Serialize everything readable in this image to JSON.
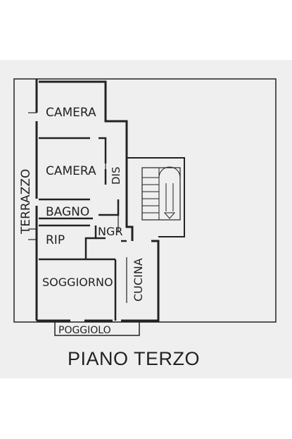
{
  "plan": {
    "caption": "PIANO TERZO",
    "rooms": {
      "camera_top": "CAMERA",
      "camera_mid": "CAMERA",
      "bagno": "BAGNO",
      "rip": "RIP",
      "soggiorno": "SOGGIORNO",
      "dis": "DIS",
      "ngr": "NGR",
      "cucina": "CUCINA",
      "terrazzo": "TERRAZZO",
      "poggiolo": "POGGIOLO"
    },
    "colors": {
      "wall": "#222222",
      "background": "#efefef",
      "text": "#222222"
    }
  }
}
